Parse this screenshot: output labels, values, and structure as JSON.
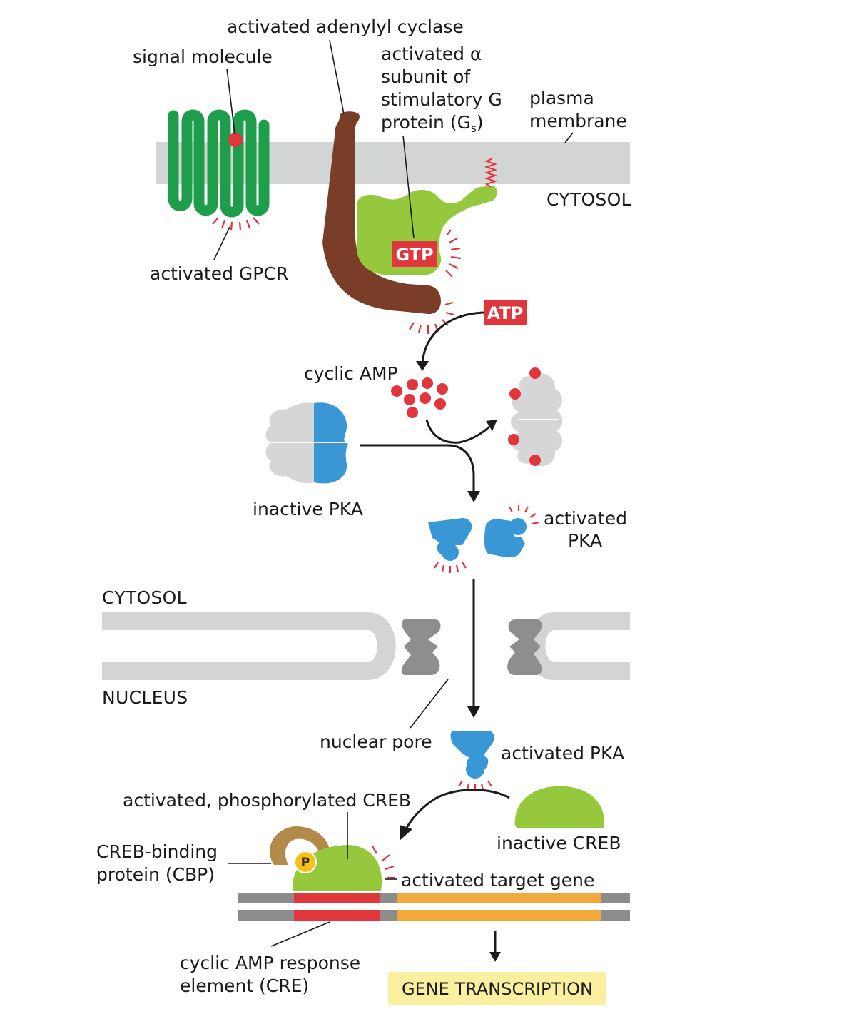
{
  "labels": {
    "adenylyl_cyclase": "activated adenylyl cyclase",
    "signal_molecule": "signal molecule",
    "alpha_line1": "activated α",
    "alpha_line2": "subunit of",
    "alpha_line3": "stimulatory G",
    "alpha_line4": "protein (G",
    "alpha_sub": "s",
    "alpha_close": ")",
    "plasma_line1": "plasma",
    "plasma_line2": "membrane",
    "cytosol_top": "CYTOSOL",
    "activated_gpcr": "activated GPCR",
    "gtp": "GTP",
    "atp": "ATP",
    "cyclic_amp": "cyclic AMP",
    "inactive_pka": "inactive PKA",
    "activated_pka_line1": "activated",
    "activated_pka_line2": "PKA",
    "cytosol_mid": "CYTOSOL",
    "nucleus": "NUCLEUS",
    "nuclear_pore": "nuclear pore",
    "activated_pka_nucleus": "activated PKA",
    "phospho_creb": "activated, phosphorylated CREB",
    "cbp_line1": "CREB-binding",
    "cbp_line2": "protein (CBP)",
    "p": "P",
    "inactive_creb": "inactive CREB",
    "target_gene": "activated target gene",
    "cre_line1": "cyclic AMP response",
    "cre_line2": "element (CRE)",
    "gene_transcription": "GENE TRANSCRIPTION"
  },
  "colors": {
    "gpcr_green": "#1e9e4a",
    "gs_green": "#95c83c",
    "cyclase_brown": "#7a3e28",
    "red": "#e0363c",
    "pka_blue": "#3a97d6",
    "reg_gray": "#d6d6d6",
    "membrane_gray": "#d3d5d5",
    "pore_gray": "#8c8f8e",
    "cbp_tan": "#b28a4a",
    "p_yellow": "#f3c21e",
    "gene_orange": "#f2a93b",
    "dna_gray": "#8c8c8c",
    "highlight_yellow": "#fbf0a0"
  }
}
